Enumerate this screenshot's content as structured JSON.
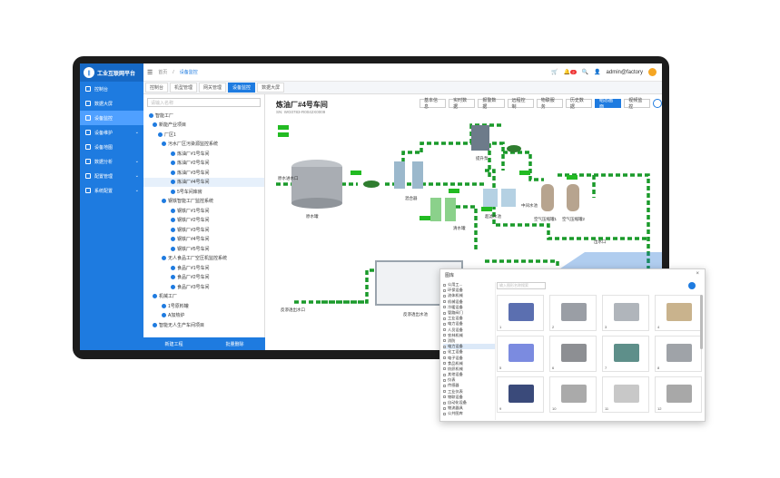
{
  "app": {
    "title": "工业互联网平台"
  },
  "sidebar": {
    "items": [
      {
        "label": "控制台"
      },
      {
        "label": "数据大屏"
      },
      {
        "label": "设备监控"
      },
      {
        "label": "设备维护"
      },
      {
        "label": "设备地图"
      },
      {
        "label": "数据分析"
      },
      {
        "label": "配置管理"
      },
      {
        "label": "系统配置"
      }
    ]
  },
  "header": {
    "crumb_home": "首页",
    "crumb_current": "设备监控",
    "user": "admin@factory",
    "notify_count": "2"
  },
  "tabs": [
    "控制台",
    "机型管理",
    "网关管理",
    "设备监控",
    "数据大屏"
  ],
  "tree": {
    "search_placeholder": "请输入名称",
    "nodes": [
      {
        "label": "智能工厂"
      },
      {
        "label": "新能产业项目"
      },
      {
        "label": "厂区1"
      },
      {
        "label": "污水厂区污染源监控系统"
      },
      {
        "label": "炼油厂#1号车间"
      },
      {
        "label": "炼油厂#2号车间"
      },
      {
        "label": "炼油厂#3号车间"
      },
      {
        "label": "炼油厂#4号车间"
      },
      {
        "label": "5号车间库房"
      },
      {
        "label": "钢铁智能工厂监控系统"
      },
      {
        "label": "钢铁厂#1号车间"
      },
      {
        "label": "钢铁厂#2号车间"
      },
      {
        "label": "钢铁厂#3号车间"
      },
      {
        "label": "钢铁厂#4号车间"
      },
      {
        "label": "钢铁厂#5号车间"
      },
      {
        "label": "无人食品工厂空压机监控系统"
      },
      {
        "label": "食品厂#1号车间"
      },
      {
        "label": "食品厂#2号车间"
      },
      {
        "label": "食品厂#3号车间"
      },
      {
        "label": "机械工厂"
      },
      {
        "label": "1号原料罐"
      },
      {
        "label": "A加热炉"
      },
      {
        "label": "智能无人生产车间项目"
      }
    ],
    "foot_left": "新建工程",
    "foot_right": "批量删除"
  },
  "main": {
    "title": "炼油厂#4号车间",
    "subtitle": "SN: WG0783-R0042X0009",
    "tabs": [
      "基本信息",
      "实时数据",
      "报警数据",
      "远程控制",
      "物联服务",
      "历史数据",
      "组态画面",
      "视频监控"
    ],
    "labels": {
      "tank1": "原水罐",
      "mixer": "混合器",
      "pumps": "提升泵",
      "filter": "超滤水池",
      "tank3": "清水罐",
      "buffer": "中间水池",
      "compressor1": "空气压缩罐1",
      "compressor2": "空气压缩罐2",
      "sump": "反渗透出水口",
      "pool": "反渗透出水池",
      "outlet": "出水口",
      "pipeline": "原水进水口"
    }
  },
  "popup": {
    "title": "图库",
    "search_placeholder": "输入图形名称搜索",
    "list": [
      "公用工...",
      "环保设备",
      "流体机械",
      "机械设备",
      "冷暖设备",
      "管路阀门",
      "工业设备",
      "电力设备",
      "人员设备",
      "农林机械",
      "消防",
      "电力设备",
      "化工设备",
      "电子设备",
      "食品机械",
      "纺织机械",
      "其他设备",
      "仪表",
      "传感器",
      "工业仪表",
      "物联设备",
      "自动化设备",
      "物流器具",
      "公共图库"
    ],
    "items": [
      "1",
      "2",
      "3",
      "4",
      "5",
      "6",
      "7",
      "8",
      "9",
      "10",
      "11",
      "12"
    ]
  }
}
